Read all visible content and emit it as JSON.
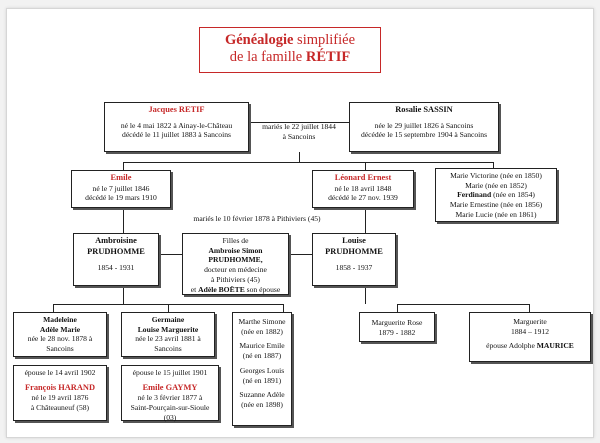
{
  "title": {
    "line1_bold": "Généalogie",
    "line1_rest": " simplifiée",
    "line2_rest": "de la famille ",
    "line2_bold": "RÉTIF"
  },
  "jacques": {
    "name": "Jacques RETIF",
    "birth": "né le 4 mai 1822 à Ainay-le-Château",
    "death": "décédé le 11 juillet 1883 à Sancoins"
  },
  "marriage_1844": {
    "line1": "mariés le 22 juillet 1844",
    "line2": "à Sancoins"
  },
  "rosalie": {
    "name": "Rosalie SASSIN",
    "birth": "née le 29 juillet 1826 à Sancoins",
    "death": "décédée le 15 septembre 1904 à Sancoins"
  },
  "emile": {
    "name": "Emile",
    "birth": "né le 7 juillet 1846",
    "death": "décédé le 19 mars 1910"
  },
  "leonard": {
    "name": "Léonard Ernest",
    "birth": "né le 18 avril 1848",
    "death": "décédé le 27 nov. 1939"
  },
  "siblings": {
    "line1": "Marie Victorine (née en 1850)",
    "line2": "Marie (née en 1852)",
    "line3_bold": "Ferdinand",
    "line3_rest": " (née en 1854)",
    "line4": "Marie Ernestine (née en 1856)",
    "line5": "Marie Lucie (née en 1861)"
  },
  "marriage_1878": "mariés le 10 février 1878 à Pithiviers (45)",
  "ambroisine": {
    "name1": "Ambroisine",
    "name2": "PRUDHOMME",
    "dates": "1854 - 1931"
  },
  "filles": {
    "line1": "Filles de",
    "line2": "Ambroise Simon",
    "line3": "PRUDHOMME,",
    "line4": "docteur en médecine",
    "line5": "à Pithiviers (45)",
    "line6_pre": "et ",
    "line6_bold": "Adèle BOËTE",
    "line6_post": " son épouse"
  },
  "louise": {
    "name1": "Louise",
    "name2": "PRUDHOMME",
    "dates": "1858 - 1937"
  },
  "madeleine": {
    "name1": "Madeleine",
    "name2": "Adèle Marie",
    "birth1": "née le 28 nov. 1878 à",
    "birth2": "Sancoins"
  },
  "germaine": {
    "name1": "Germaine",
    "name2": "Louise Marguerite",
    "birth1": "née le 23 avril 1881 à",
    "birth2": "Sancoins"
  },
  "others": {
    "l1": "Marthe Simone",
    "l2": "(née en 1882)",
    "l3": "Maurice Emile",
    "l4": "(né en 1887)",
    "l5": "Georges Louis",
    "l6": "(né en 1891)",
    "l7": "Suzanne Adèle",
    "l8": "(née en 1898)"
  },
  "marguerite_rose": {
    "name": "Marguerite Rose",
    "dates": "1879 - 1882"
  },
  "marguerite": {
    "name": "Marguerite",
    "dates": "1884 – 1912",
    "spouse_pre": "épouse Adolphe ",
    "spouse_bold": "MAURICE"
  },
  "francois": {
    "married": "épouse le 14 avril 1902",
    "name": "François HARAND",
    "birth1": "né le 19 avril 1876",
    "birth2": "à Châteauneuf (58)"
  },
  "gaymy": {
    "married": "épouse le 15 juillet 1901",
    "name": "Emile GAYMY",
    "birth1": "né le 3 février 1877 à",
    "birth2": "Saint-Pourçain-sur-Sioule (03)"
  }
}
